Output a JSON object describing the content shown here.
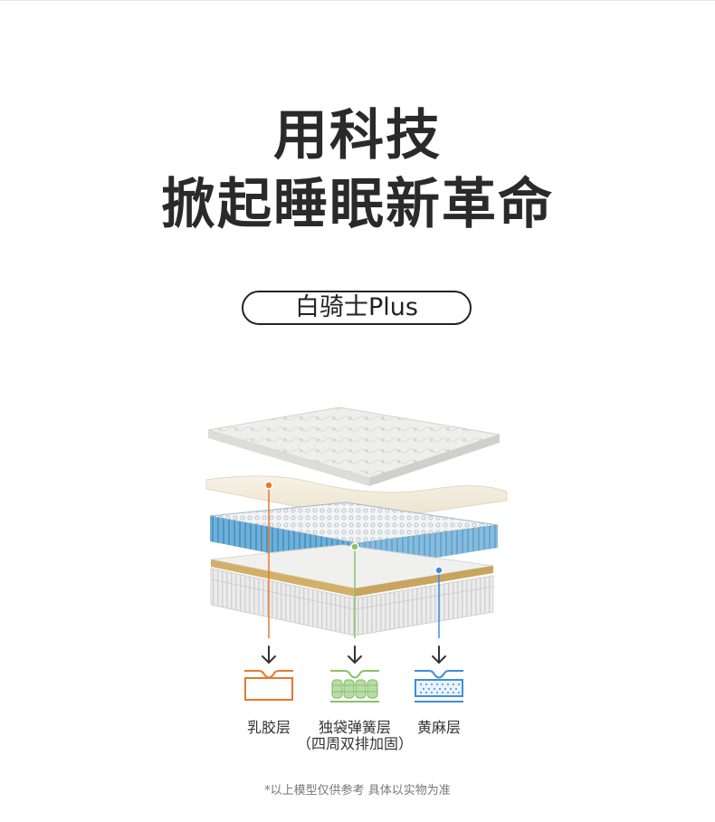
{
  "headline": {
    "line1": "用科技",
    "line2": "掀起睡眠新革命"
  },
  "product": {
    "name": "白骑士Plus"
  },
  "layers": [
    {
      "label": "乳胶层",
      "color": "#e8782a"
    },
    {
      "label": "独袋弹簧层",
      "sub": "（四周双排加固）",
      "color": "#88c26a"
    },
    {
      "label": "黄麻层",
      "color": "#3d8de0"
    }
  ],
  "footnote": "*以上模型仅供参考 具体以实物为准",
  "icons": [
    "mattress-layers-illustration",
    "latex-layer-icon",
    "pocket-spring-icon",
    "jute-layer-icon",
    "down-arrow-icon"
  ]
}
